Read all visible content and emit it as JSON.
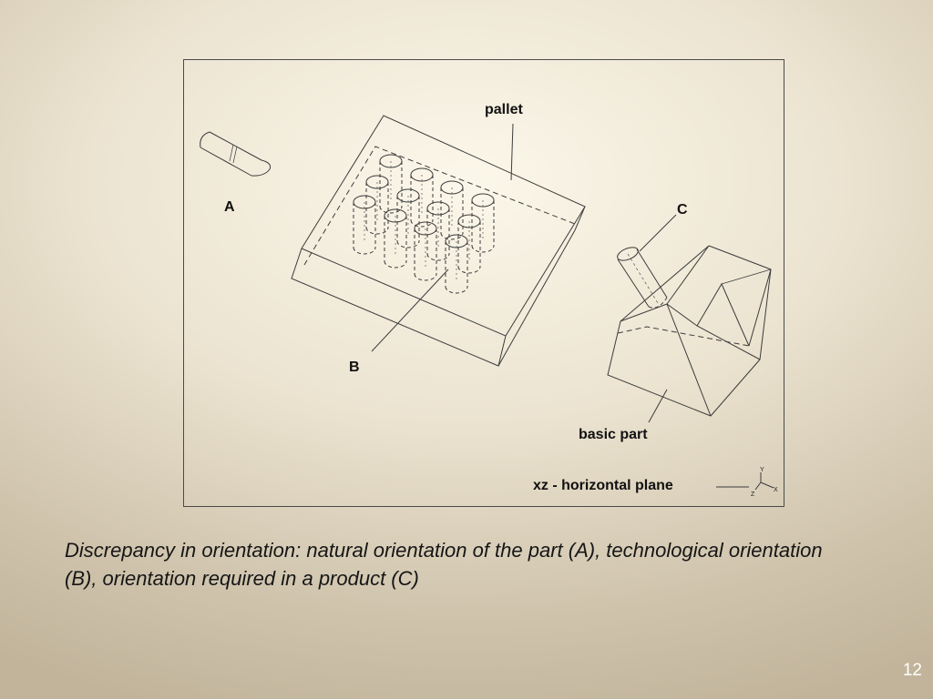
{
  "diagram": {
    "labels": {
      "pallet": "pallet",
      "a": "A",
      "b": "B",
      "c": "C",
      "basic_part": "basic part",
      "plane": "xz - horizontal plane"
    },
    "axes": {
      "y": "Y",
      "x": "X",
      "z": "Z"
    }
  },
  "caption": "Discrepancy in orientation: natural orientation of the part (A), technological orientation (B), orientation required in a product (C)",
  "page_number": "12",
  "colors": {
    "line": "#3c3c3c",
    "text": "#111111",
    "page_number": "#ffffff"
  }
}
